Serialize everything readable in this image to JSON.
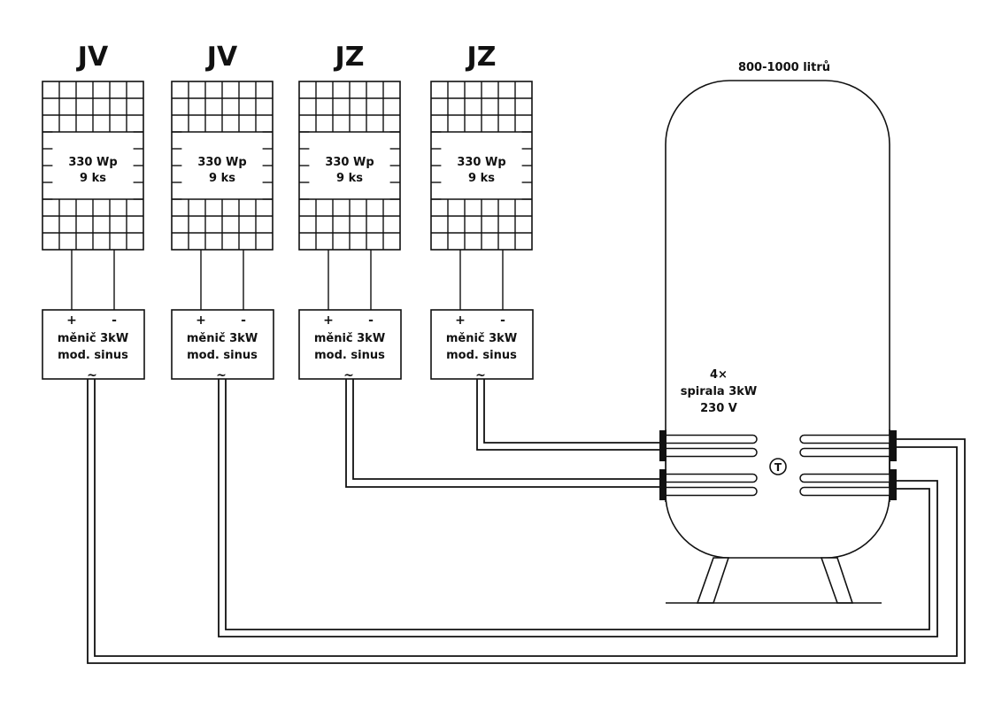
{
  "diagram": {
    "panels": [
      {
        "orientation": "JV",
        "power": "330 Wp",
        "count": "9 ks"
      },
      {
        "orientation": "JV",
        "power": "330 Wp",
        "count": "9 ks"
      },
      {
        "orientation": "JZ",
        "power": "330 Wp",
        "count": "9 ks"
      },
      {
        "orientation": "JZ",
        "power": "330 Wp",
        "count": "9 ks"
      }
    ],
    "inverters": [
      {
        "plus": "+",
        "minus": "-",
        "line1": "měnič 3kW",
        "line2": "mod. sinus",
        "ac": "~"
      },
      {
        "plus": "+",
        "minus": "-",
        "line1": "měnič 3kW",
        "line2": "mod. sinus",
        "ac": "~"
      },
      {
        "plus": "+",
        "minus": "-",
        "line1": "měnič 3kW",
        "line2": "mod. sinus",
        "ac": "~"
      },
      {
        "plus": "+",
        "minus": "-",
        "line1": "měnič 3kW",
        "line2": "mod. sinus",
        "ac": "~"
      }
    ],
    "tank": {
      "capacity": "800-1000 litrů",
      "heater_count": "4×",
      "heater_type": "spirala 3kW",
      "heater_voltage": "230 V",
      "thermostat": "T"
    },
    "colors": {
      "line": "#111111",
      "background": "#ffffff"
    }
  }
}
